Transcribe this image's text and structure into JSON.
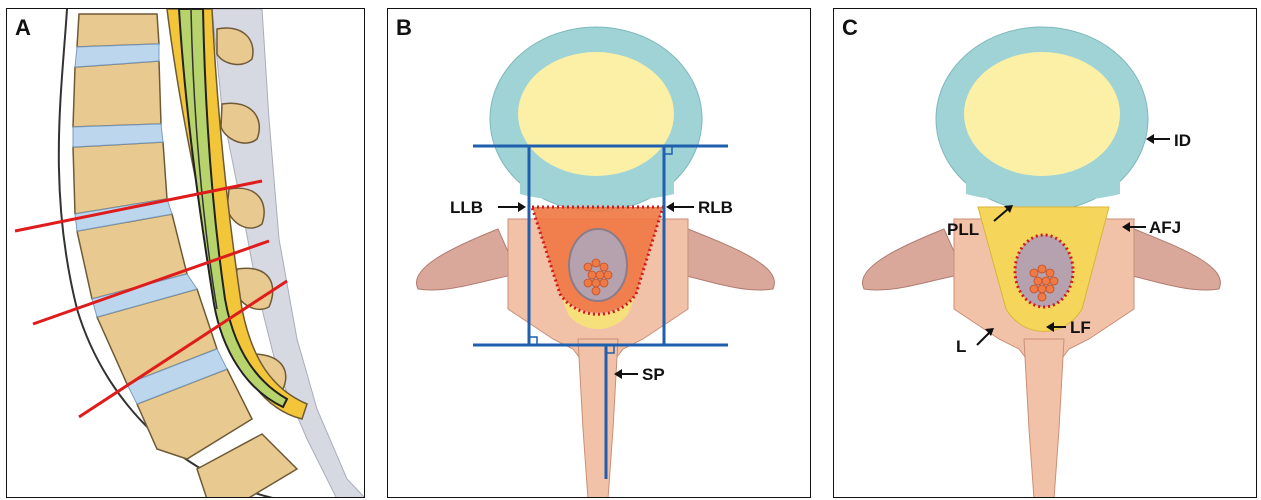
{
  "panels": {
    "a": {
      "letter": "A"
    },
    "b": {
      "letter": "B",
      "labels": {
        "llb": "LLB",
        "rlb": "RLB",
        "sp": "SP"
      }
    },
    "c": {
      "letter": "C",
      "labels": {
        "id": "ID",
        "pll": "PLL",
        "afj": "AFJ",
        "l": "L",
        "lf": "LF"
      }
    }
  },
  "colors": {
    "bone": "#e8c98f",
    "disc": "#bcd6ee",
    "annulus": "#9fd3d6",
    "nucleus": "#fbf0a6",
    "canal_fill": "#f07a45",
    "dotted_outline": "#d0191b",
    "measure_lines": "#1f5fae",
    "red_lines": "#e01b1b",
    "spinal_cord": "#b7d36b",
    "dura": "#f3c63a"
  }
}
